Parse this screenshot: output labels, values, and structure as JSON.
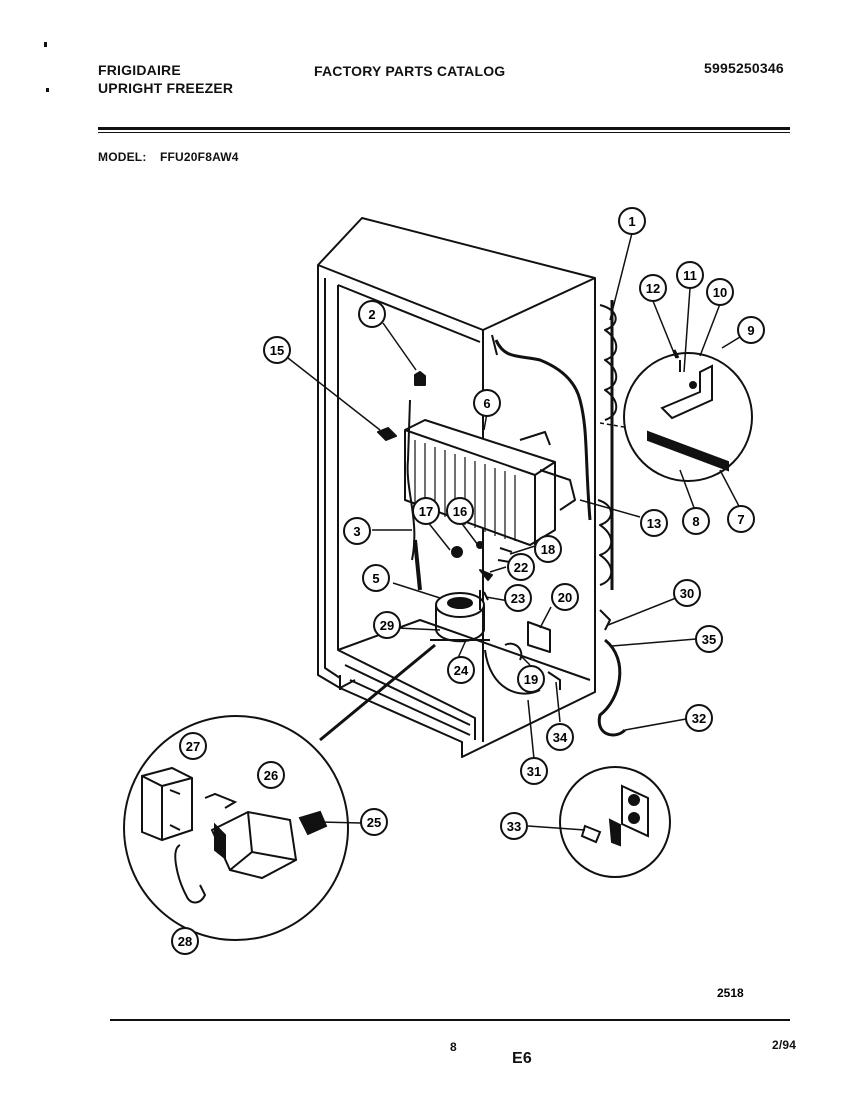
{
  "header": {
    "brand": "FRIGIDAIRE",
    "product": "UPRIGHT FREEZER",
    "catalog_title": "FACTORY PARTS CATALOG",
    "catalog_number": "5995250346",
    "model_label": "MODEL:",
    "model_value": "FFU20F8AW4"
  },
  "diagram": {
    "drawing_number": "2518",
    "callouts": [
      "1",
      "2",
      "3",
      "5",
      "6",
      "7",
      "8",
      "9",
      "10",
      "11",
      "12",
      "13",
      "15",
      "16",
      "17",
      "18",
      "19",
      "20",
      "22",
      "23",
      "24",
      "25",
      "26",
      "27",
      "28",
      "29",
      "30",
      "31",
      "32",
      "33",
      "34",
      "35"
    ]
  },
  "footer": {
    "page_number": "8",
    "section_code": "E6",
    "date": "2/94"
  }
}
